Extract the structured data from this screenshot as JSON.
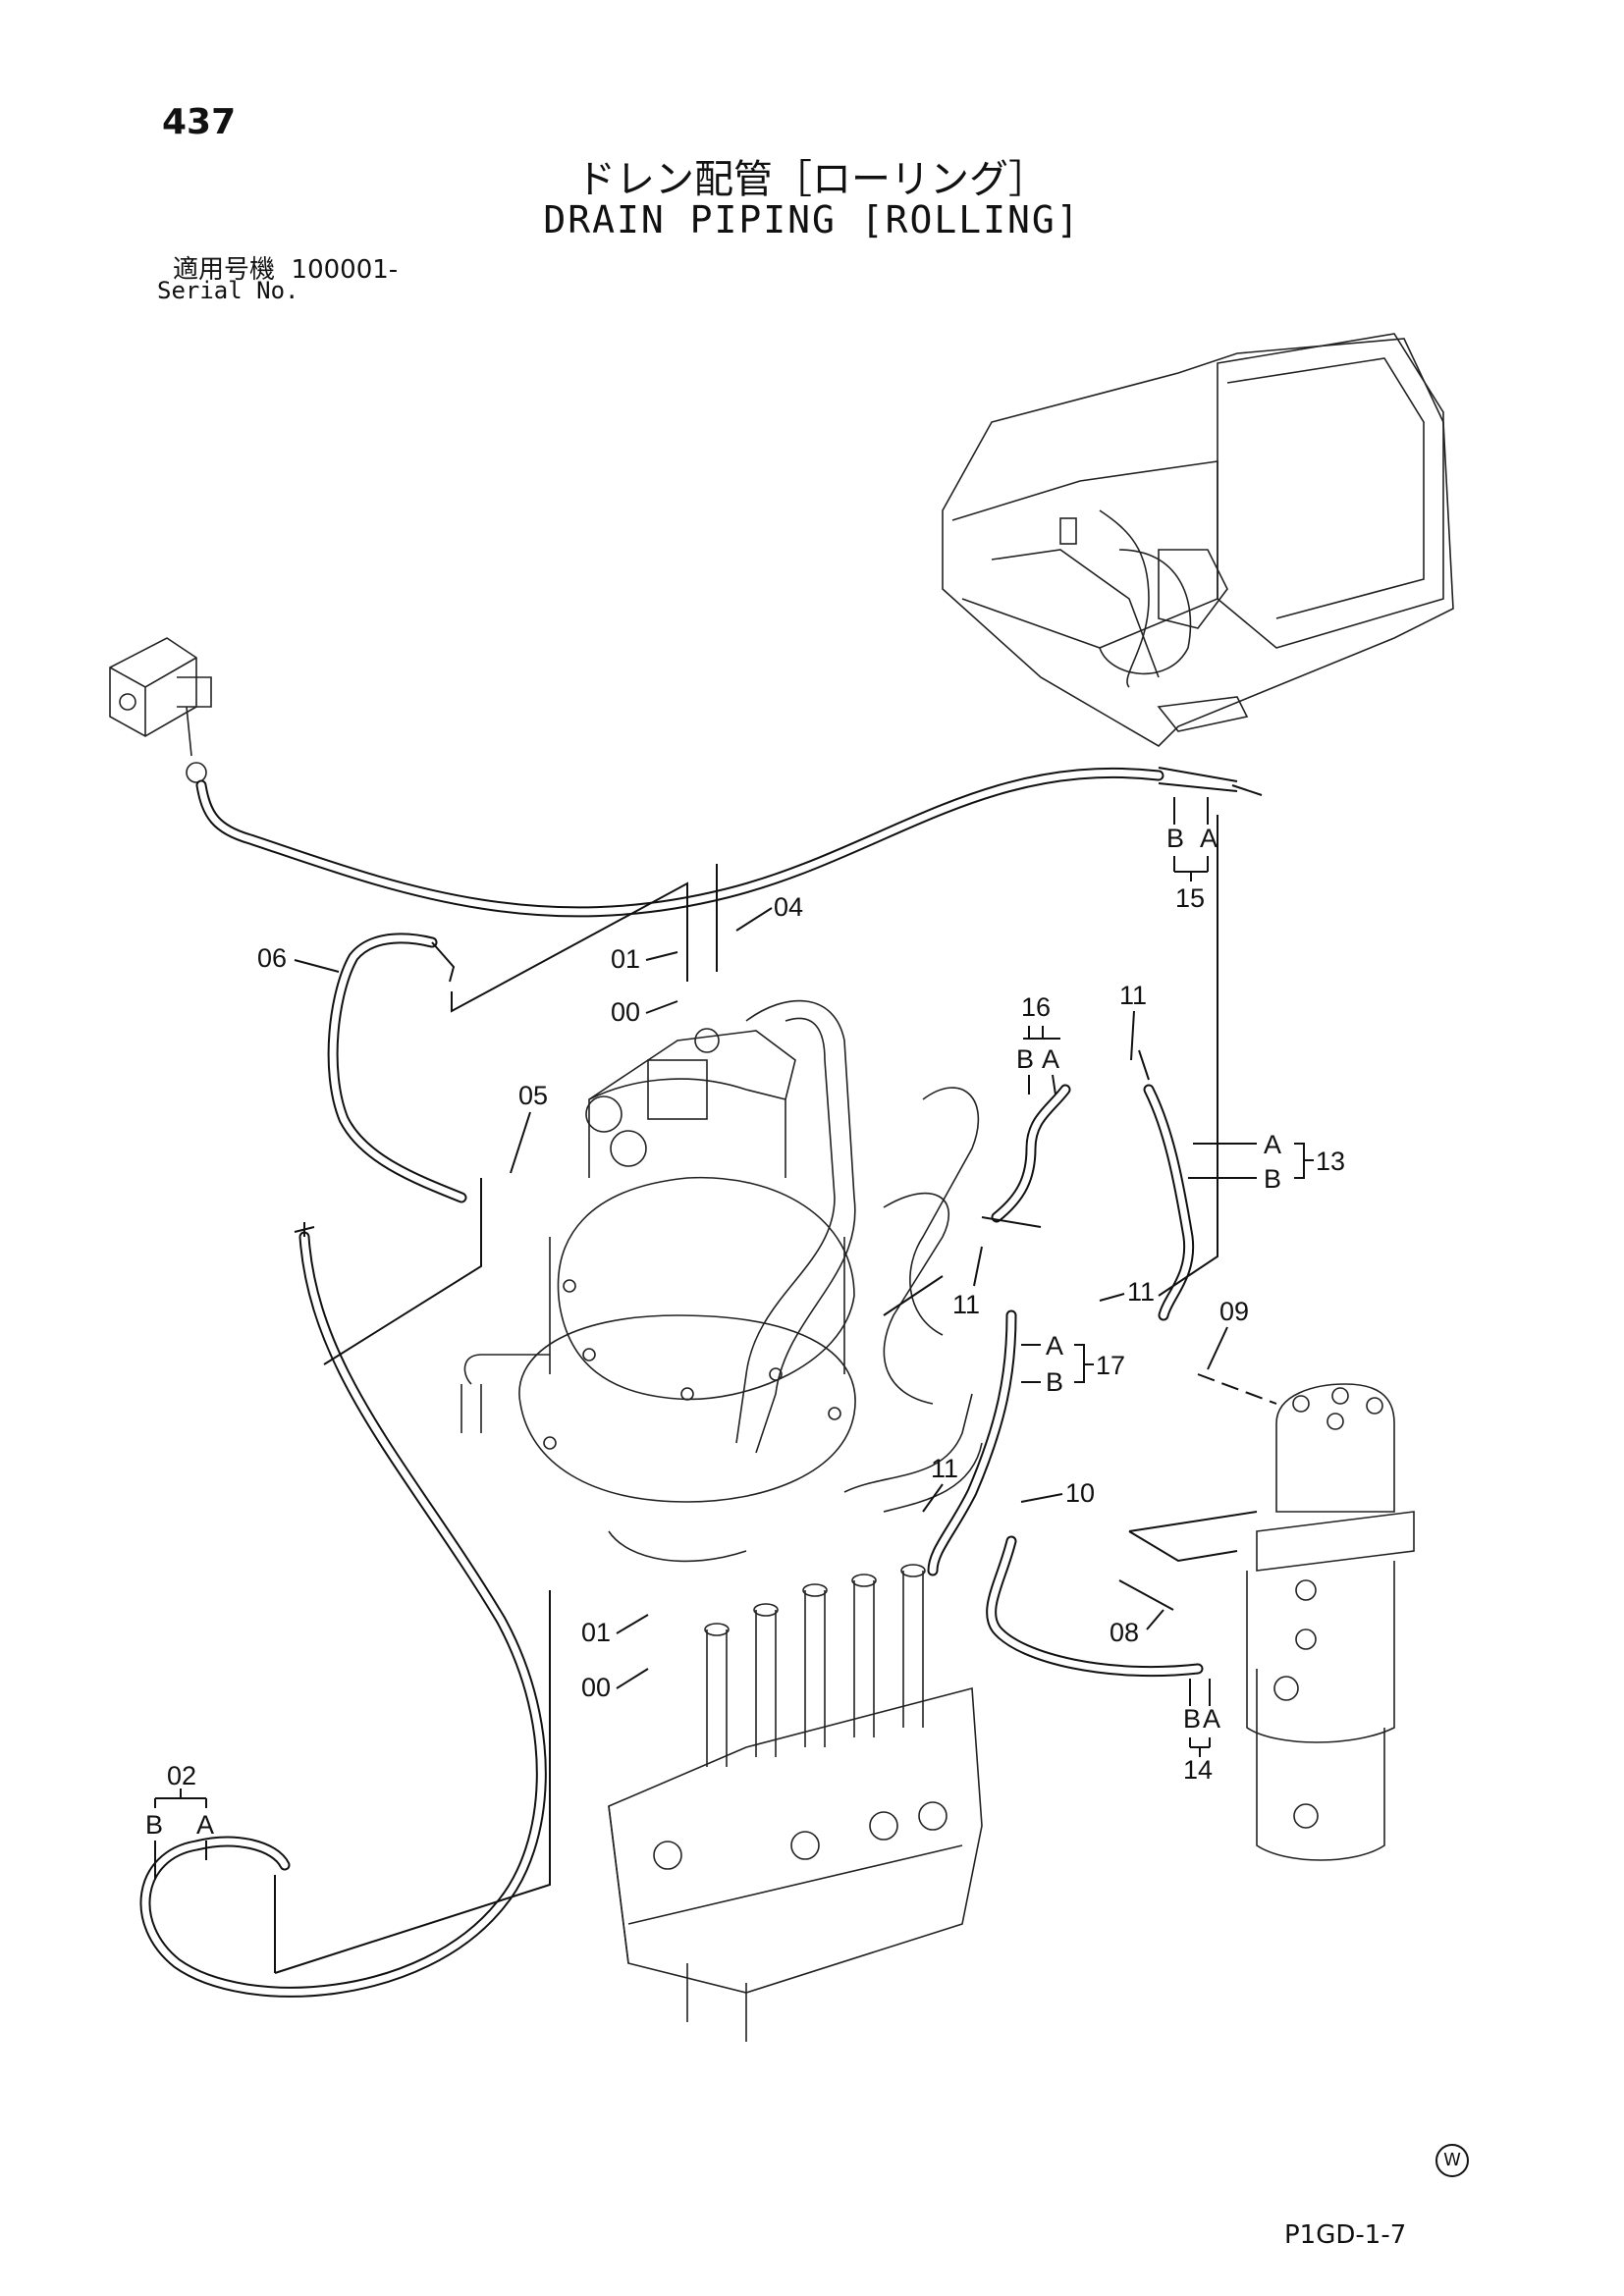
{
  "header": {
    "page_number": "437",
    "title_jp": "ドレン配管［ローリング］",
    "title_en": "DRAIN PIPING [ROLLING]",
    "serial_label_jp": "適用号機",
    "serial_value": "100001-",
    "serial_label_en": "Serial No."
  },
  "footer": {
    "drawing_code": "P1GD-1-7",
    "mark": "W"
  },
  "callouts": {
    "p04": "04",
    "p01_top": "01",
    "p00_top": "00",
    "p06": "06",
    "p05": "05",
    "p16": "16",
    "p16_b": "B",
    "p16_a": "A",
    "p11_a": "11",
    "p11_b": "11",
    "p11_c": "11",
    "p11_d": "11",
    "p15": "15",
    "p15_b": "B",
    "p15_a": "A",
    "p13": "13",
    "p13_a": "A",
    "p13_b": "B",
    "p17": "17",
    "p17_a": "A",
    "p17_b": "B",
    "p09": "09",
    "p10": "10",
    "p08": "08",
    "p14": "14",
    "p14_b": "B",
    "p14_a": "A",
    "p01_bottom": "01",
    "p00_bottom": "00",
    "p02": "02",
    "p02_b": "B",
    "p02_a": "A"
  }
}
